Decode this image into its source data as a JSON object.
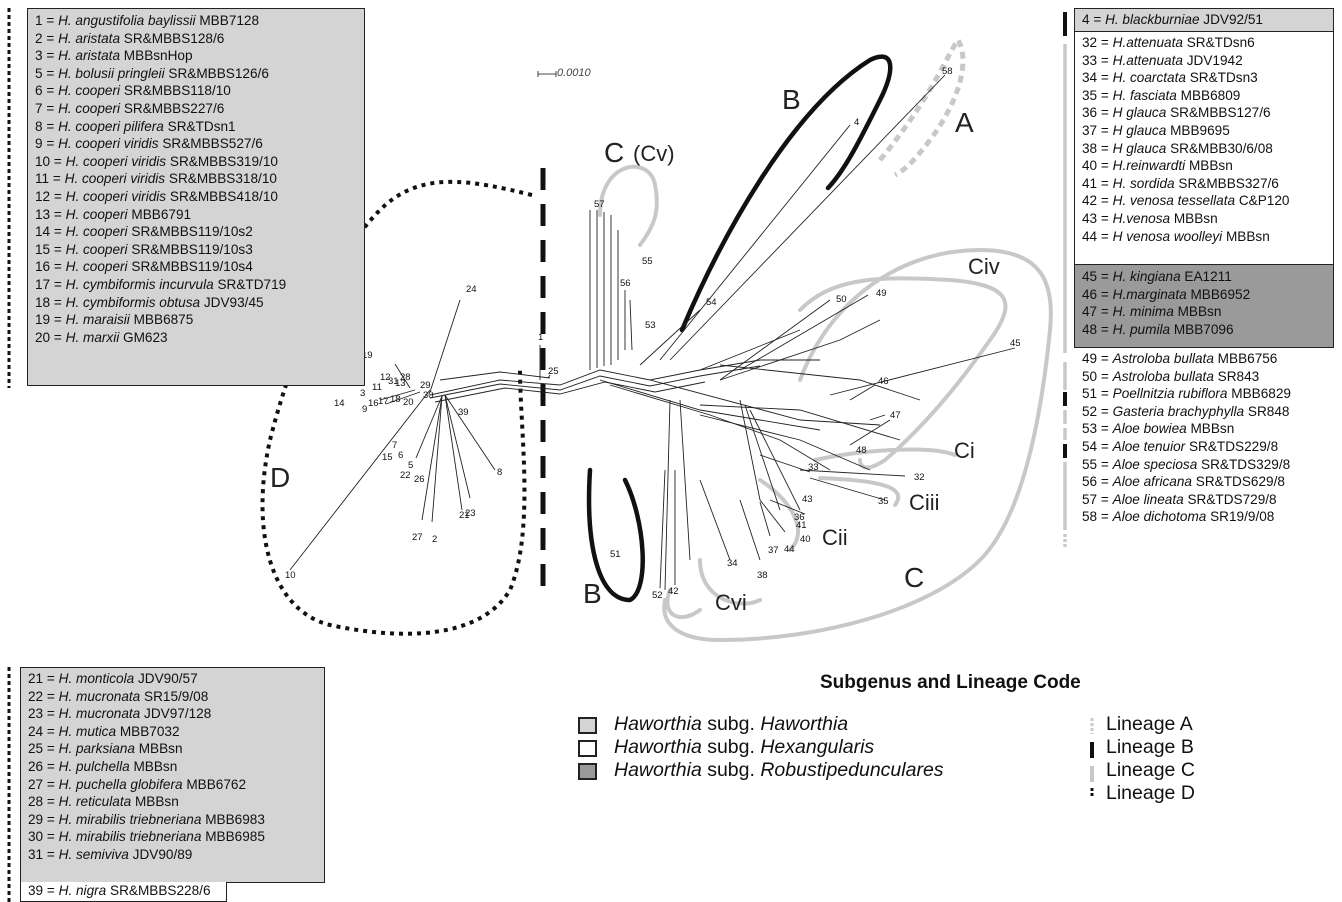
{
  "taxa_top_left": [
    {
      "n": "1",
      "sp": "H. angustifolia baylissii",
      "code": "MBB7128"
    },
    {
      "n": "2",
      "sp": "H. aristata",
      "code": "SR&MBBS128/6"
    },
    {
      "n": "3",
      "sp": "H. aristata",
      "code": "MBBsnHop"
    },
    {
      "n": "5",
      "sp": "H. bolusii pringleii",
      "code": "SR&MBBS126/6"
    },
    {
      "n": "6",
      "sp": "H. cooperi",
      "code": "SR&MBBS118/10"
    },
    {
      "n": "7",
      "sp": "H. cooperi",
      "code": "SR&MBBS227/6"
    },
    {
      "n": "8",
      "sp": "H. cooperi pilifera",
      "code": "SR&TDsn1"
    },
    {
      "n": "9",
      "sp": "H. cooperi viridis",
      "code": "SR&MBBS527/6"
    },
    {
      "n": "10",
      "sp": "H. cooperi viridis",
      "code": "SR&MBBS319/10"
    },
    {
      "n": "11",
      "sp": "H. cooperi viridis",
      "code": "SR&MBBS318/10"
    },
    {
      "n": "12",
      "sp": "H. cooperi viridis",
      "code": "SR&MBBS418/10"
    },
    {
      "n": "13",
      "sp": "H. cooperi",
      "code": "MBB6791"
    },
    {
      "n": "14",
      "sp": "H. cooperi",
      "code": "SR&MBBS119/10s2"
    },
    {
      "n": "15",
      "sp": "H. cooperi",
      "code": "SR&MBBS119/10s3"
    },
    {
      "n": "16",
      "sp": "H. cooperi",
      "code": "SR&MBBS119/10s4"
    },
    {
      "n": "17",
      "sp": "H. cymbiformis incurvula",
      "code": "SR&TD719"
    },
    {
      "n": "18",
      "sp": "H. cymbiformis obtusa",
      "code": "JDV93/45"
    },
    {
      "n": "19",
      "sp": "H. maraisii",
      "code": "MBB6875"
    },
    {
      "n": "20",
      "sp": "H. marxii",
      "code": "GM623"
    }
  ],
  "taxa_bottom_left": [
    {
      "n": "21",
      "sp": "H. monticola",
      "code": "JDV90/57"
    },
    {
      "n": "22",
      "sp": "H. mucronata",
      "code": "SR15/9/08"
    },
    {
      "n": "23",
      "sp": "H. mucronata",
      "code": "JDV97/128"
    },
    {
      "n": "24",
      "sp": "H. mutica",
      "code": "MBB7032"
    },
    {
      "n": "25",
      "sp": "H. parksiana",
      "code": "MBBsn"
    },
    {
      "n": "26",
      "sp": "H. pulchella",
      "code": "MBBsn"
    },
    {
      "n": "27",
      "sp": "H. puchella globifera",
      "code": "MBB6762"
    },
    {
      "n": "28",
      "sp": "H. reticulata",
      "code": "MBBsn"
    },
    {
      "n": "29",
      "sp": "H. mirabilis triebneriana",
      "code": "MBB6983"
    },
    {
      "n": "30",
      "sp": "H. mirabilis triebneriana",
      "code": "MBB6985"
    },
    {
      "n": "31",
      "sp": "H. semiviva",
      "code": "JDV90/89"
    }
  ],
  "taxa_bottom_left_extra": {
    "n": "39",
    "sp": "H. nigra",
    "code": "SR&MBBS228/6"
  },
  "taxa_right_top": {
    "n": "4",
    "sp": "H. blackburniae",
    "code": "JDV92/51"
  },
  "taxa_right_hex": [
    {
      "n": "32",
      "sp": "H.attenuata",
      "code": "SR&TDsn6"
    },
    {
      "n": "33",
      "sp": "H.attenuata",
      "code": "JDV1942"
    },
    {
      "n": "34",
      "sp": "H. coarctata",
      "code": "SR&TDsn3"
    },
    {
      "n": "35",
      "sp": "H. fasciata",
      "code": "MBB6809"
    },
    {
      "n": "36",
      "sp": "H glauca",
      "code": "SR&MBBS127/6"
    },
    {
      "n": "37",
      "sp": "H glauca",
      "code": "MBB9695"
    },
    {
      "n": "38",
      "sp": "H glauca",
      "code": "SR&MBB30/6/08"
    },
    {
      "n": "40",
      "sp": "H.reinwardti",
      "code": "MBBsn"
    },
    {
      "n": "41",
      "sp": "H. sordida",
      "code": "SR&MBBS327/6"
    },
    {
      "n": "42",
      "sp": "H. venosa tessellata",
      "code": "C&P120"
    },
    {
      "n": "43",
      "sp": "H.venosa",
      "code": "MBBsn"
    },
    {
      "n": "44",
      "sp": "H venosa woolleyi",
      "code": "MBBsn"
    }
  ],
  "taxa_right_rob": [
    {
      "n": "45",
      "sp": "H. kingiana",
      "code": "EA1211"
    },
    {
      "n": "46",
      "sp": "H.marginata",
      "code": "MBB6952"
    },
    {
      "n": "47",
      "sp": "H. minima",
      "code": "MBBsn"
    },
    {
      "n": "48",
      "sp": "H. pumila",
      "code": "MBB7096"
    }
  ],
  "taxa_right_other": [
    {
      "n": "49",
      "sp": "Astroloba bullata",
      "code": "MBB6756"
    },
    {
      "n": "50",
      "sp": "Astroloba bullata",
      "code": "SR843"
    },
    {
      "n": "51",
      "sp": "Poellnitzia rubiflora",
      "code": "MBB6829"
    },
    {
      "n": "52",
      "sp": "Gasteria brachyphylla",
      "code": "SR848"
    },
    {
      "n": "53",
      "sp": "Aloe bowiea",
      "code": "MBBsn"
    },
    {
      "n": "54",
      "sp": "Aloe tenuior",
      "code": "SR&TDS229/8"
    },
    {
      "n": "55",
      "sp": "Aloe speciosa",
      "code": "SR&TDS329/8"
    },
    {
      "n": "56",
      "sp": "Aloe africana",
      "code": "SR&TDS629/8"
    },
    {
      "n": "57",
      "sp": "Aloe lineata",
      "code": "SR&TDS729/8"
    },
    {
      "n": "58",
      "sp": "Aloe dichotoma",
      "code": "SR19/9/08"
    }
  ],
  "scale_label": "0.0010",
  "clade_labels": {
    "A": "A",
    "B": "B",
    "B2": "B",
    "C": "C",
    "Cv": "C",
    "Cv_paren": "(Cv)",
    "Ci": "Ci",
    "Cii": "Cii",
    "Ciii": "Ciii",
    "Civ": "Civ",
    "Cvi": "Cvi",
    "D": "D"
  },
  "legend": {
    "title": "Subgenus and Lineage Code",
    "subgenera": [
      {
        "genus": "Haworthia",
        "mid": " subg. ",
        "name": "Haworthia",
        "color": "#d4d4d4"
      },
      {
        "genus": "Haworthia",
        "mid": " subg. ",
        "name": "Hexangularis",
        "color": "#ffffff"
      },
      {
        "genus": "Haworthia",
        "mid": " subg. ",
        "name": "Robustipedunculares",
        "color": "#9a9a9a"
      }
    ],
    "lineages": [
      "Lineage A",
      "Lineage B",
      "Lineage C",
      "Lineage D"
    ]
  },
  "colors": {
    "light": "#d4d4d4",
    "dark": "#9a9a9a",
    "lineC": "#c8c8c8",
    "lineB": "#111111"
  }
}
